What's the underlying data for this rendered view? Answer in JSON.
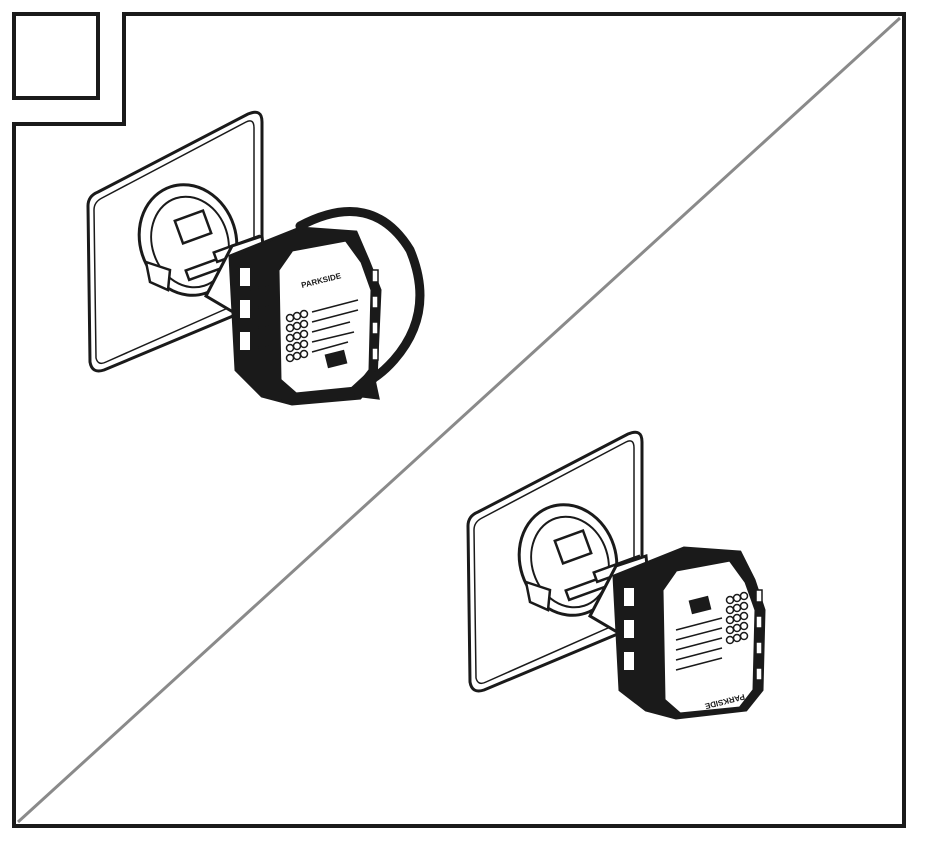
{
  "figure": {
    "step_label": "",
    "ink_color": "#1a1a1a",
    "divider_color": "#8a8a8a",
    "background": "#ffffff"
  },
  "devices": {
    "brand": "PARKSIDE",
    "top_state": "inserted-upright",
    "bottom_state": "inserted-rotated",
    "rotation_arrow_icon": "clockwise-rotate-arrow-icon"
  }
}
